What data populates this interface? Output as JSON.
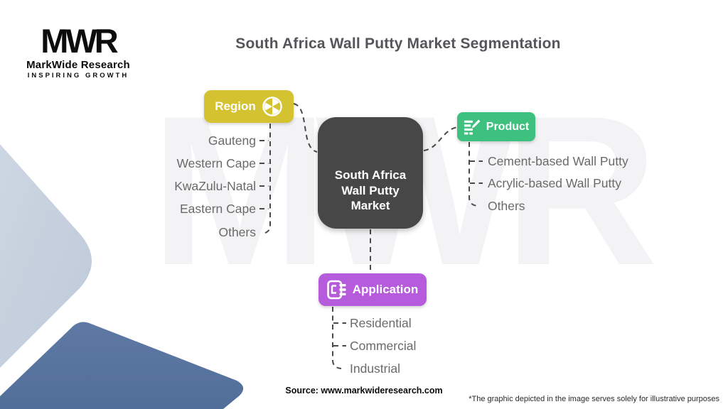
{
  "title": "South Africa Wall Putty Market Segmentation",
  "logo": {
    "monogram": "MWR",
    "name": "MarkWide Research",
    "tagline": "INSPIRING GROWTH"
  },
  "watermark": "MWR",
  "center_node": {
    "line1": "South Africa",
    "line2": "Wall Putty",
    "line3": "Market",
    "color": "#474747"
  },
  "segments": {
    "region": {
      "label": "Region",
      "icon": "globe-shutter-icon",
      "color": "#d4c230",
      "items": [
        "Gauteng",
        "Western Cape",
        "KwaZulu-Natal",
        "Eastern Cape",
        "Others"
      ]
    },
    "product": {
      "label": "Product",
      "icon": "edit-list-icon",
      "color": "#3ec17e",
      "items": [
        "Cement-based Wall Putty",
        "Acrylic-based Wall Putty",
        "Others"
      ]
    },
    "application": {
      "label": "Application",
      "icon": "flowchart-icon",
      "color": "#b55bdc",
      "items": [
        "Residential",
        "Commercial",
        "Industrial"
      ]
    }
  },
  "footer": {
    "source": "Source: www.markwideresearch.com",
    "disclaimer": "*The graphic depicted in the image serves solely for illustrative purposes"
  },
  "decor_colors": {
    "light_shape": "#c6d0dd",
    "dark_shape_top": "#5e7aa4",
    "dark_shape_bottom": "#516e99"
  }
}
